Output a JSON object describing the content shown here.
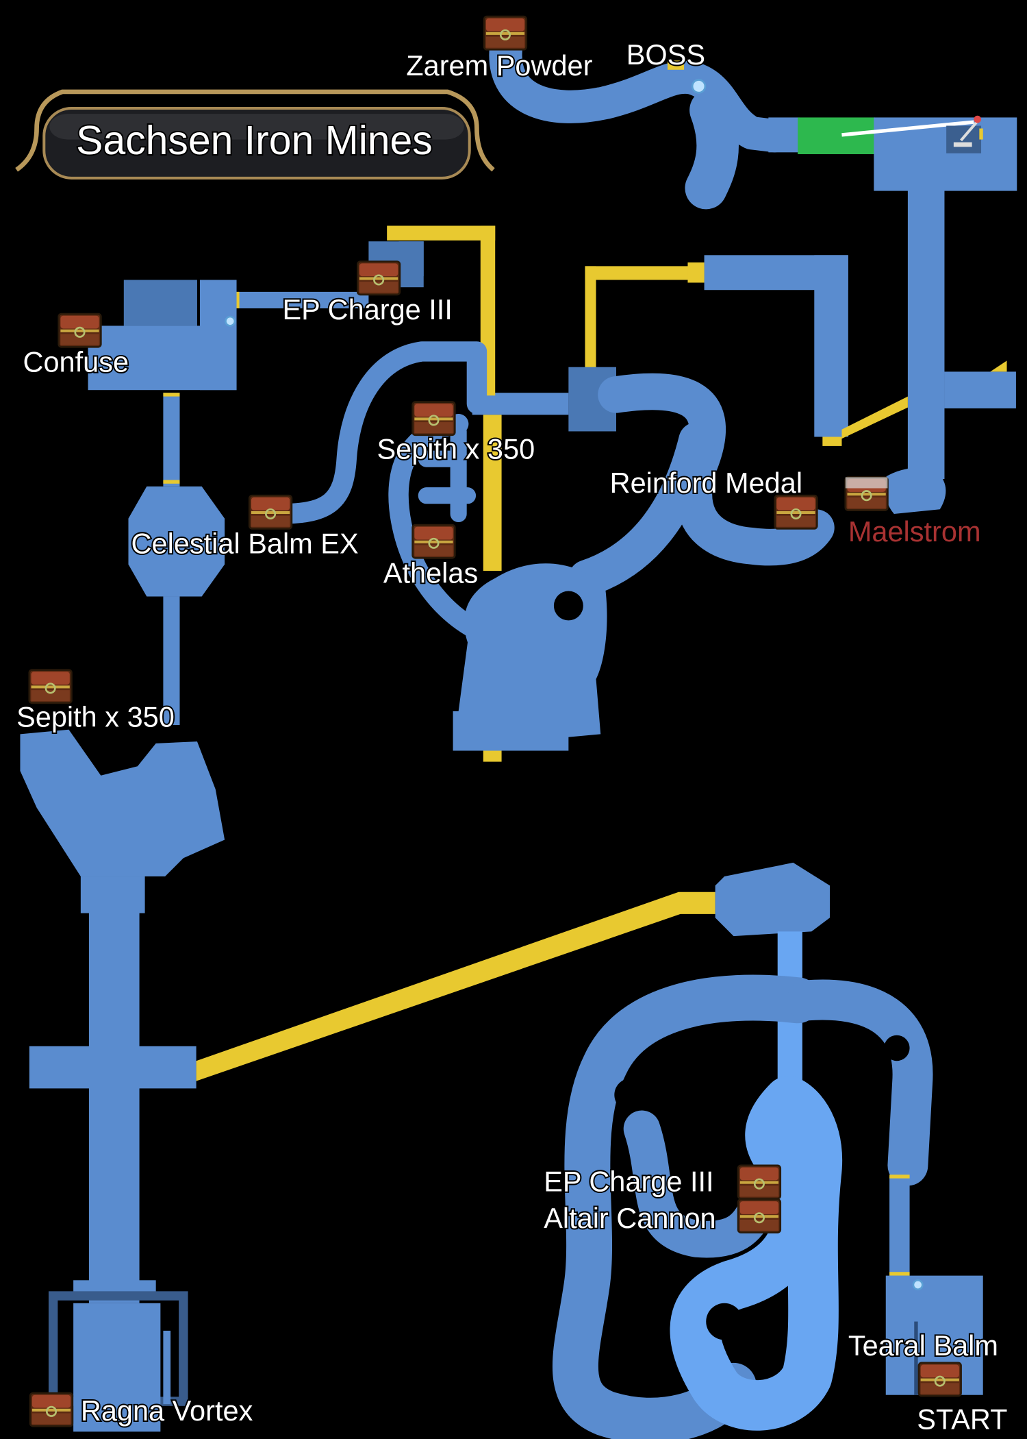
{
  "title": "Sachsen Iron Mines",
  "colors": {
    "room": "#5a8ccf",
    "bridge": "#e8c930",
    "switch_zone": "#2db84e",
    "special_label": "#a83232"
  },
  "markers": {
    "boss": "BOSS",
    "start": "START"
  },
  "chests": [
    {
      "label": "Zarem Powder"
    },
    {
      "label": "EP Charge III"
    },
    {
      "label": "Confuse"
    },
    {
      "label": "Sepith x 350"
    },
    {
      "label": "Celestial Balm EX"
    },
    {
      "label": "Athelas"
    },
    {
      "label": "Reinford Medal"
    },
    {
      "label": "Maelstrom"
    },
    {
      "label": "Sepith x 350"
    },
    {
      "label": "EP Charge III"
    },
    {
      "label": "Altair Cannon"
    },
    {
      "label": "Tearal Balm"
    },
    {
      "label": "Ragna Vortex"
    }
  ],
  "icons": [
    "treasure-chest-icon",
    "lever-switch-icon",
    "save-point-icon",
    "sealed-chest-icon"
  ]
}
